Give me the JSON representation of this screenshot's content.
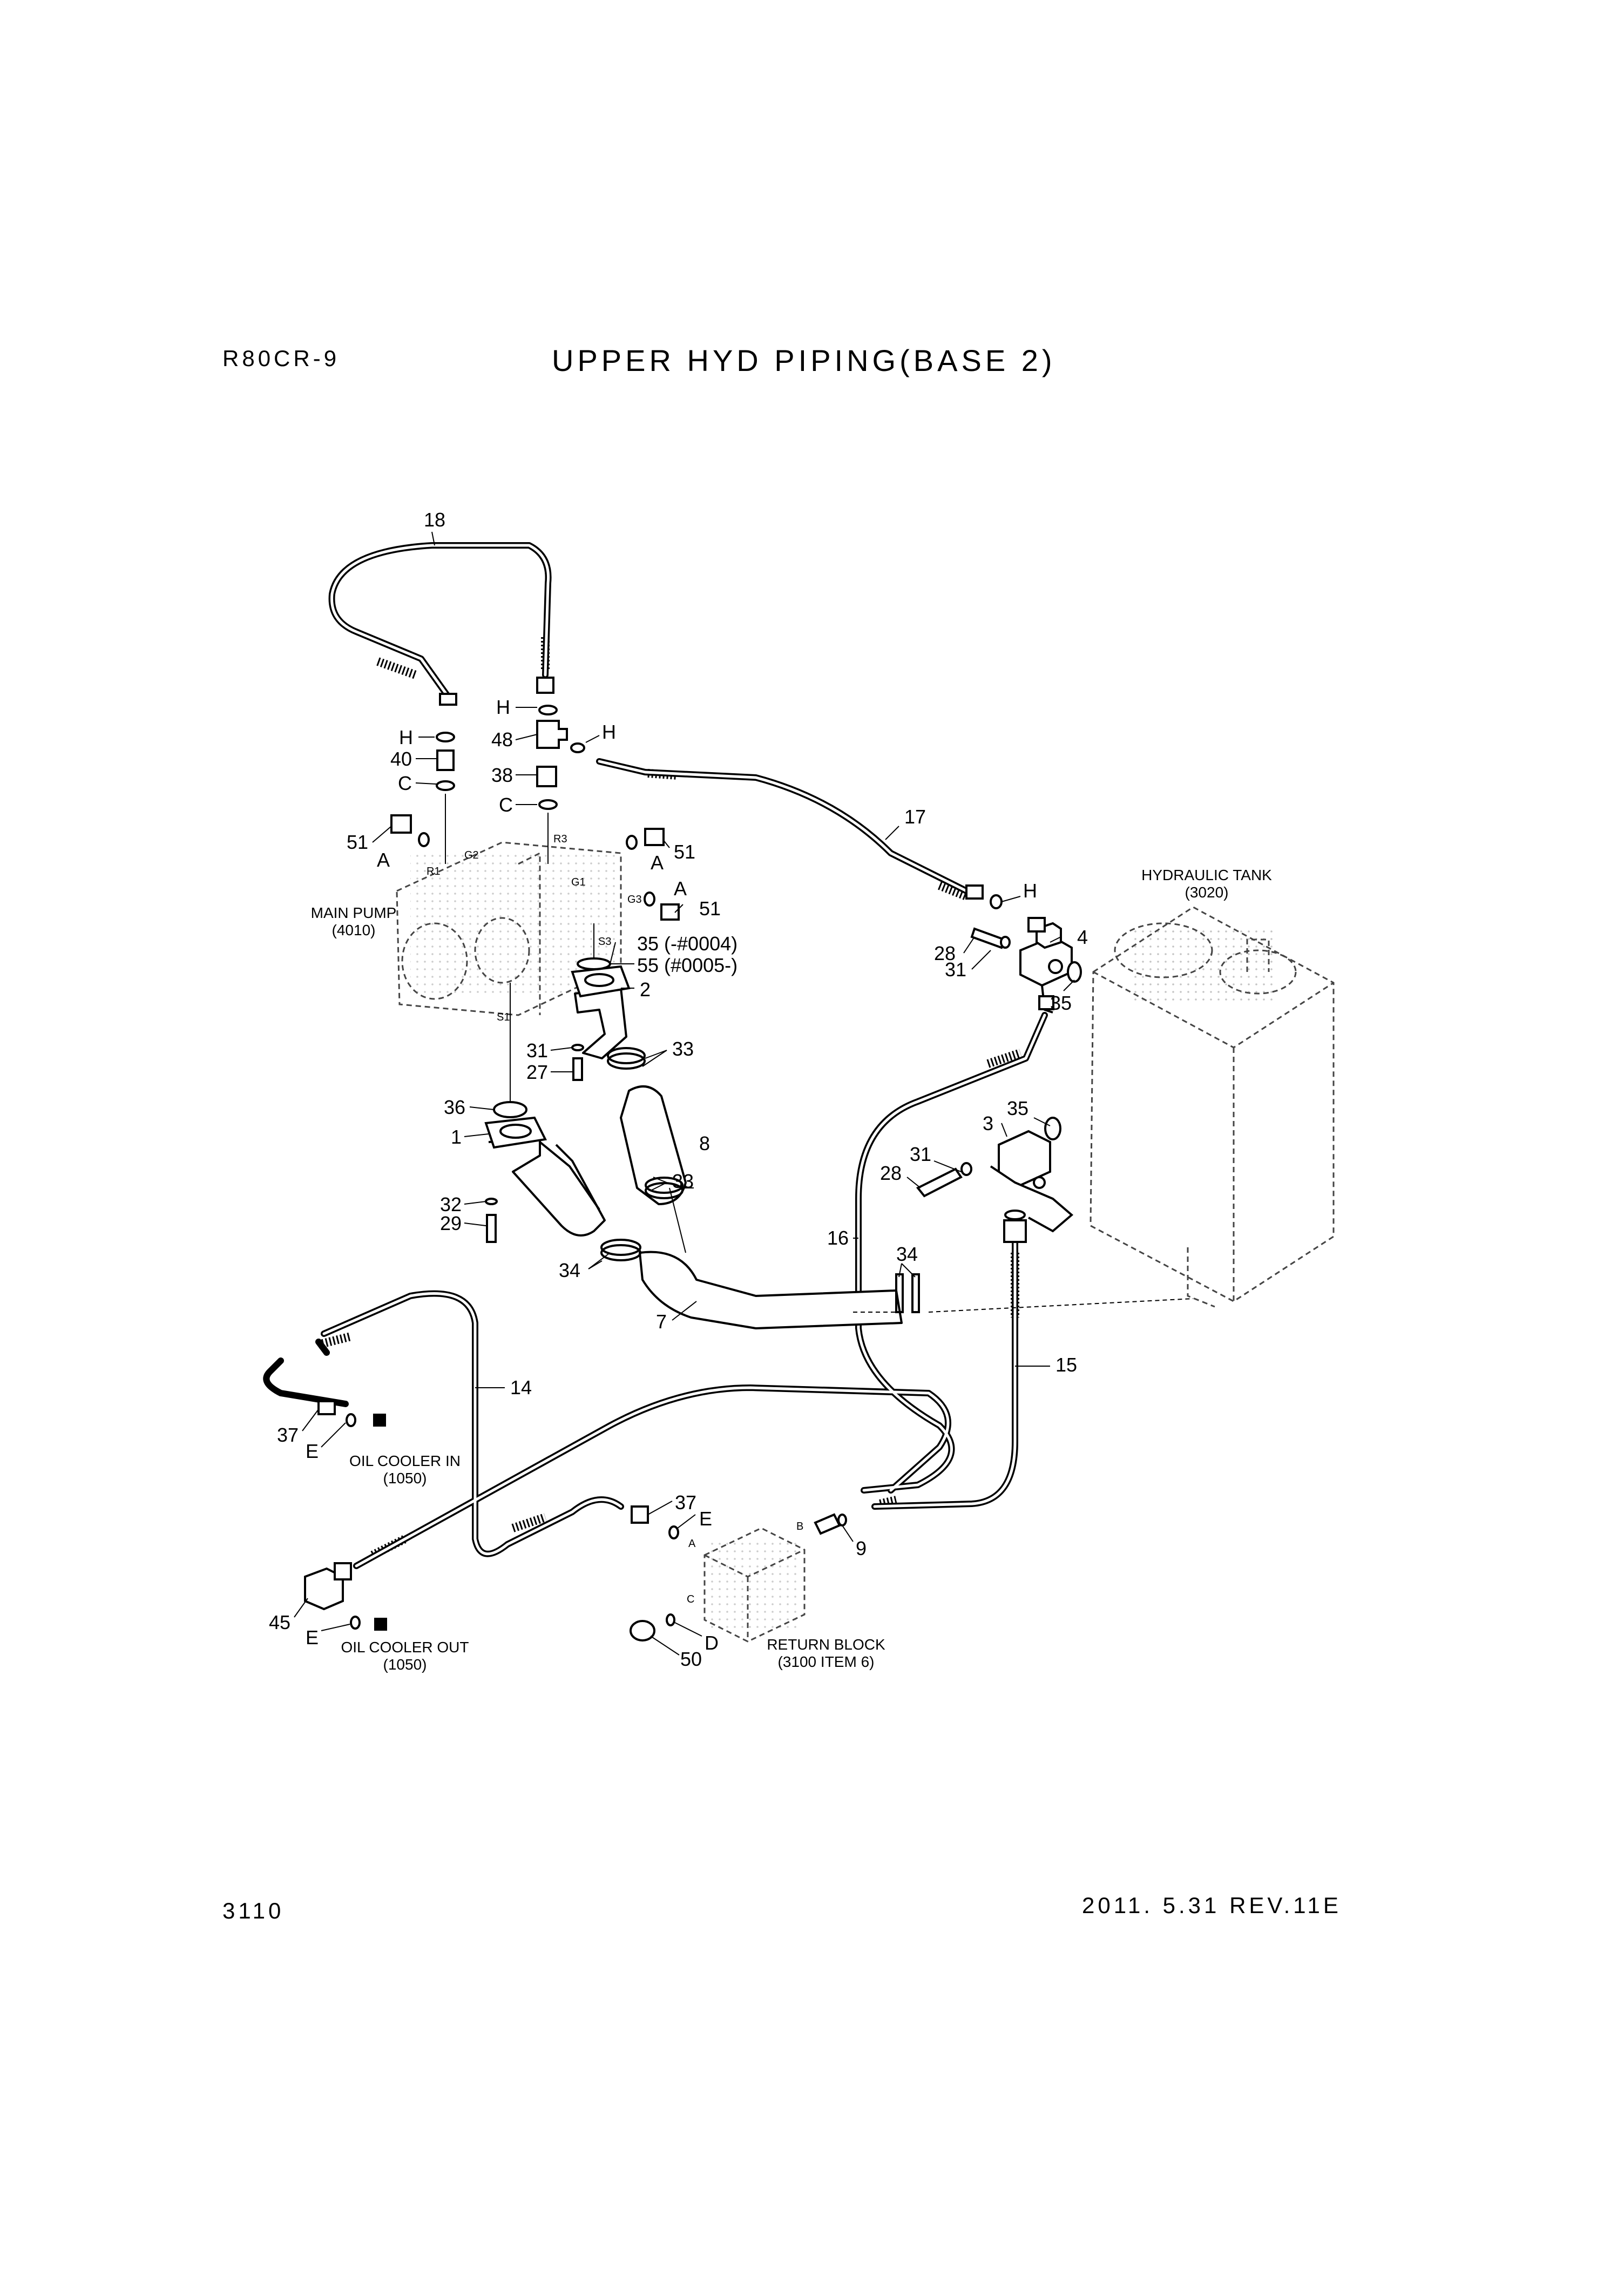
{
  "header": {
    "model": "R80CR-9",
    "title": "UPPER HYD PIPING(BASE 2)"
  },
  "footer": {
    "page_number": "3110",
    "revision": "2011. 5.31  REV.11E"
  },
  "components": {
    "hydraulic_tank": {
      "name": "HYDRAULIC TANK",
      "ref": "(3020)"
    },
    "main_pump": {
      "name": "MAIN PUMP",
      "ref": "(4010)"
    },
    "oil_cooler_in": {
      "name": "OIL COOLER IN",
      "ref": "(1050)"
    },
    "oil_cooler_out": {
      "name": "OIL COOLER OUT",
      "ref": "(1050)"
    },
    "return_block": {
      "name": "RETURN BLOCK",
      "ref": "(3100 ITEM 6)"
    }
  },
  "port_labels": {
    "g2": "G2",
    "r1": "R1",
    "r3": "R3",
    "g1": "G1",
    "g3": "G3",
    "s3": "S3",
    "s1": "S1",
    "block_a": "A",
    "block_b": "B",
    "block_c": "C"
  },
  "callouts": {
    "c18": "18",
    "c17": "17",
    "c16": "16",
    "c15": "15",
    "c14": "14",
    "c48": "48",
    "c40": "40",
    "c38": "38",
    "c51a": "51",
    "c51b": "51",
    "c51c": "51",
    "c35a": "35 (-#0004)",
    "c55": "55 (#0005-)",
    "c2": "2",
    "c33a": "33",
    "c33b": "33",
    "c31a": "31",
    "c31b": "31",
    "c31c": "31",
    "c27": "27",
    "c36": "36",
    "c1": "1",
    "c8": "8",
    "c32": "32",
    "c29": "29",
    "c34a": "34",
    "c34b": "34",
    "c7": "7",
    "c4": "4",
    "c3": "3",
    "c28a": "28",
    "c28b": "28",
    "c35b": "35",
    "c35c": "35",
    "c37a": "37",
    "c37b": "37",
    "c45": "45",
    "c9": "9",
    "c50": "50",
    "hA": "H",
    "hB": "H",
    "hC": "H",
    "hD": "H",
    "cA": "C",
    "cB": "C",
    "aA": "A",
    "aB": "A",
    "aC": "A",
    "eA": "E",
    "eB": "E",
    "eC": "E",
    "dA": "D"
  }
}
